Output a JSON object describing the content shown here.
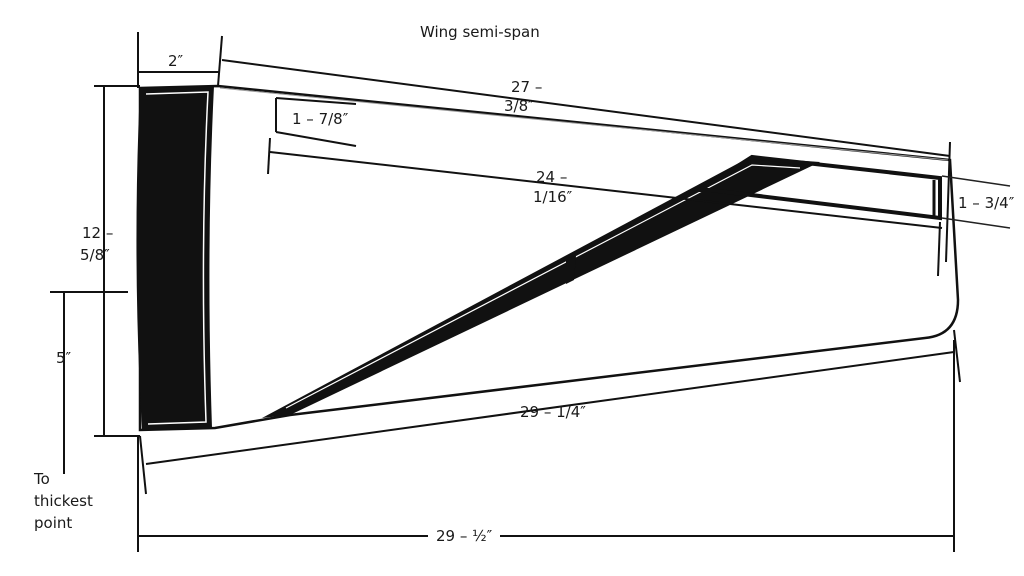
{
  "diagram": {
    "title": "Wing semi-span",
    "labels": {
      "root_strip_width": "2″",
      "le_length_line1": "27 –",
      "le_length_line2": "3/8″",
      "tip_offset": "1 – 7/8″",
      "spar_length_line1": "24 –",
      "spar_length_line2": "1/16″",
      "tip_chord": "1 – 3/4″",
      "root_chord_line1": "12 –",
      "root_chord_line2": "5/8″",
      "thickest_point": "5″",
      "te_length": "29 – 1/4″",
      "thickest_note_line1": "To",
      "thickest_note_line2": "thickest",
      "thickest_note_line3": "point",
      "overall_span": "29 – ½″"
    },
    "colors": {
      "ink": "#111111",
      "spar_fill": "#111111",
      "background": "#ffffff"
    }
  }
}
